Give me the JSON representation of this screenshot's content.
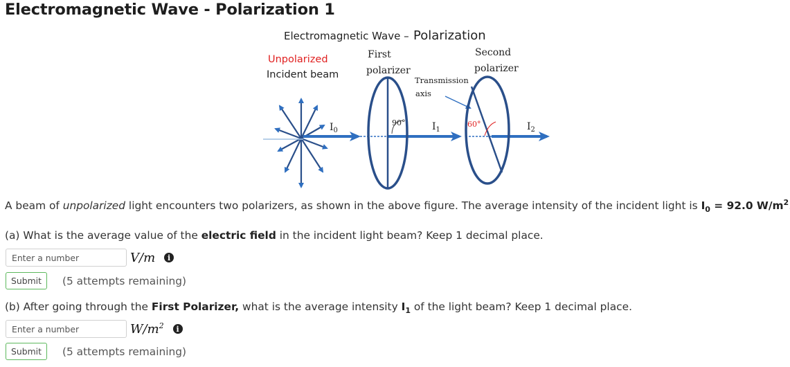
{
  "page": {
    "title": "Electromagnetic Wave - Polarization 1"
  },
  "figure": {
    "title_prefix": "Electromagnetic Wave –",
    "title_suffix": "Polarization",
    "unpolarized": "Unpolarized",
    "incident_beam": "Incident beam",
    "first_line1": "First",
    "first_line2": "polarizer",
    "second_line1": "Second",
    "second_line2": "polarizer",
    "transmission": "Transmission",
    "axis": "axis",
    "I0": "I",
    "I0_sub": "0",
    "I1": "I",
    "I1_sub": "1",
    "I2": "I",
    "I2_sub": "2",
    "angle1": "90°",
    "angle2": "60°",
    "colors": {
      "blue": "#2f6fc0",
      "dark_blue": "#2a4f8a",
      "red": "#e02020"
    }
  },
  "intro": {
    "part1": "A beam of ",
    "unpolarized": "unpolarized",
    "part2": " light encounters two polarizers, as shown in the above figure. The average intensity of the incident light is ",
    "I": "I",
    "sub": "0",
    "eq": " = 92.0 W/m",
    "sup": "2",
    "end": "."
  },
  "question_a": {
    "prefix": "(a) What is the average value of the ",
    "bold": "electric field",
    "suffix": " in the incident light beam? Keep 1 decimal place.",
    "placeholder": "Enter a number",
    "units": "V/m",
    "submit": "Submit",
    "attempts": "(5 attempts remaining)"
  },
  "question_b": {
    "prefix": "(b) After going through the ",
    "bold": "First Polarizer,",
    "mid": " what is the average intensity ",
    "I": "I",
    "sub": "1",
    "suffix": " of the light beam? Keep 1 decimal place.",
    "placeholder": "Enter a number",
    "units_base": "W/m",
    "units_sup": "2",
    "submit": "Submit",
    "attempts": "(5 attempts remaining)"
  }
}
